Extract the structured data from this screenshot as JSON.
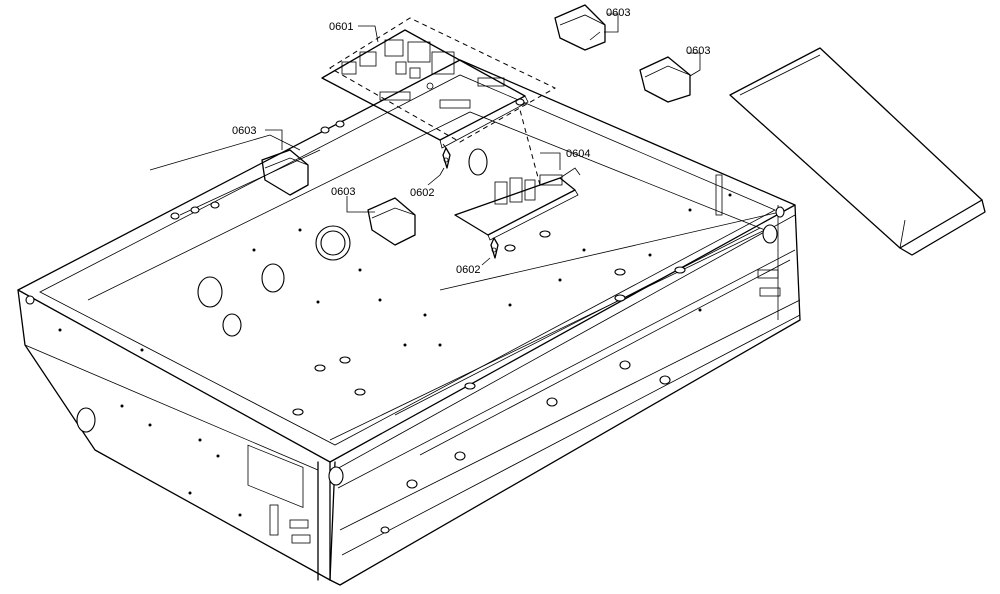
{
  "labels": {
    "board_main": "0601",
    "clip_top": "0602",
    "clip_bottom": "0602",
    "relay_top_center": "0603",
    "relay_top_right": "0603",
    "relay_left": "0603",
    "relay_middle": "0603",
    "board_small": "0604"
  }
}
